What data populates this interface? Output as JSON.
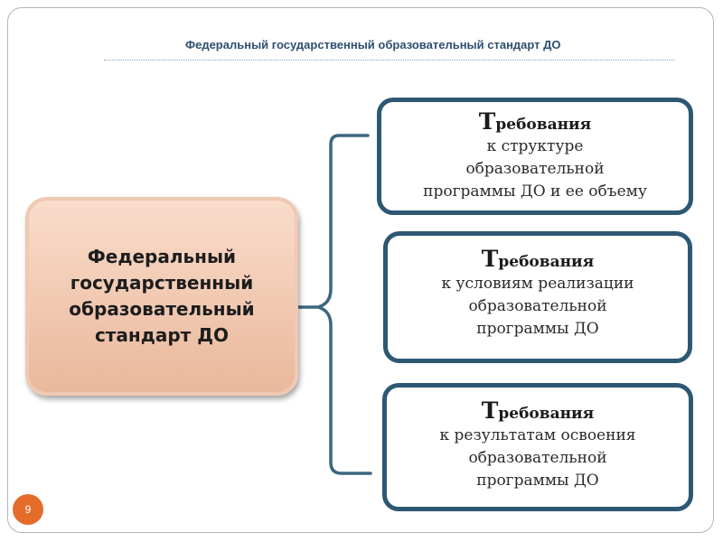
{
  "header": {
    "title": "Федеральный государственный образовательный стандарт ДО"
  },
  "main": {
    "lines": [
      "Федеральный",
      "государственный",
      "образовательный",
      "стандарт ДО"
    ]
  },
  "requirements": [
    {
      "head_first": "Т",
      "head_rest": "ребования",
      "lines": [
        "к структуре",
        "образовательной",
        "программы ДО и ее объему"
      ]
    },
    {
      "head_first": "Т",
      "head_rest": "ребования",
      "lines": [
        "к условиям реализации",
        "образовательной",
        "программы ДО"
      ]
    },
    {
      "head_first": "Т",
      "head_rest": "ребования",
      "lines": [
        "к результатам освоения",
        "образовательной",
        "программы ДО"
      ]
    }
  ],
  "footer": {
    "page_number": "9"
  },
  "colors": {
    "box_border": "#2d5874",
    "main_fill": "#f2c8af",
    "page_badge": "#e46c2a"
  }
}
